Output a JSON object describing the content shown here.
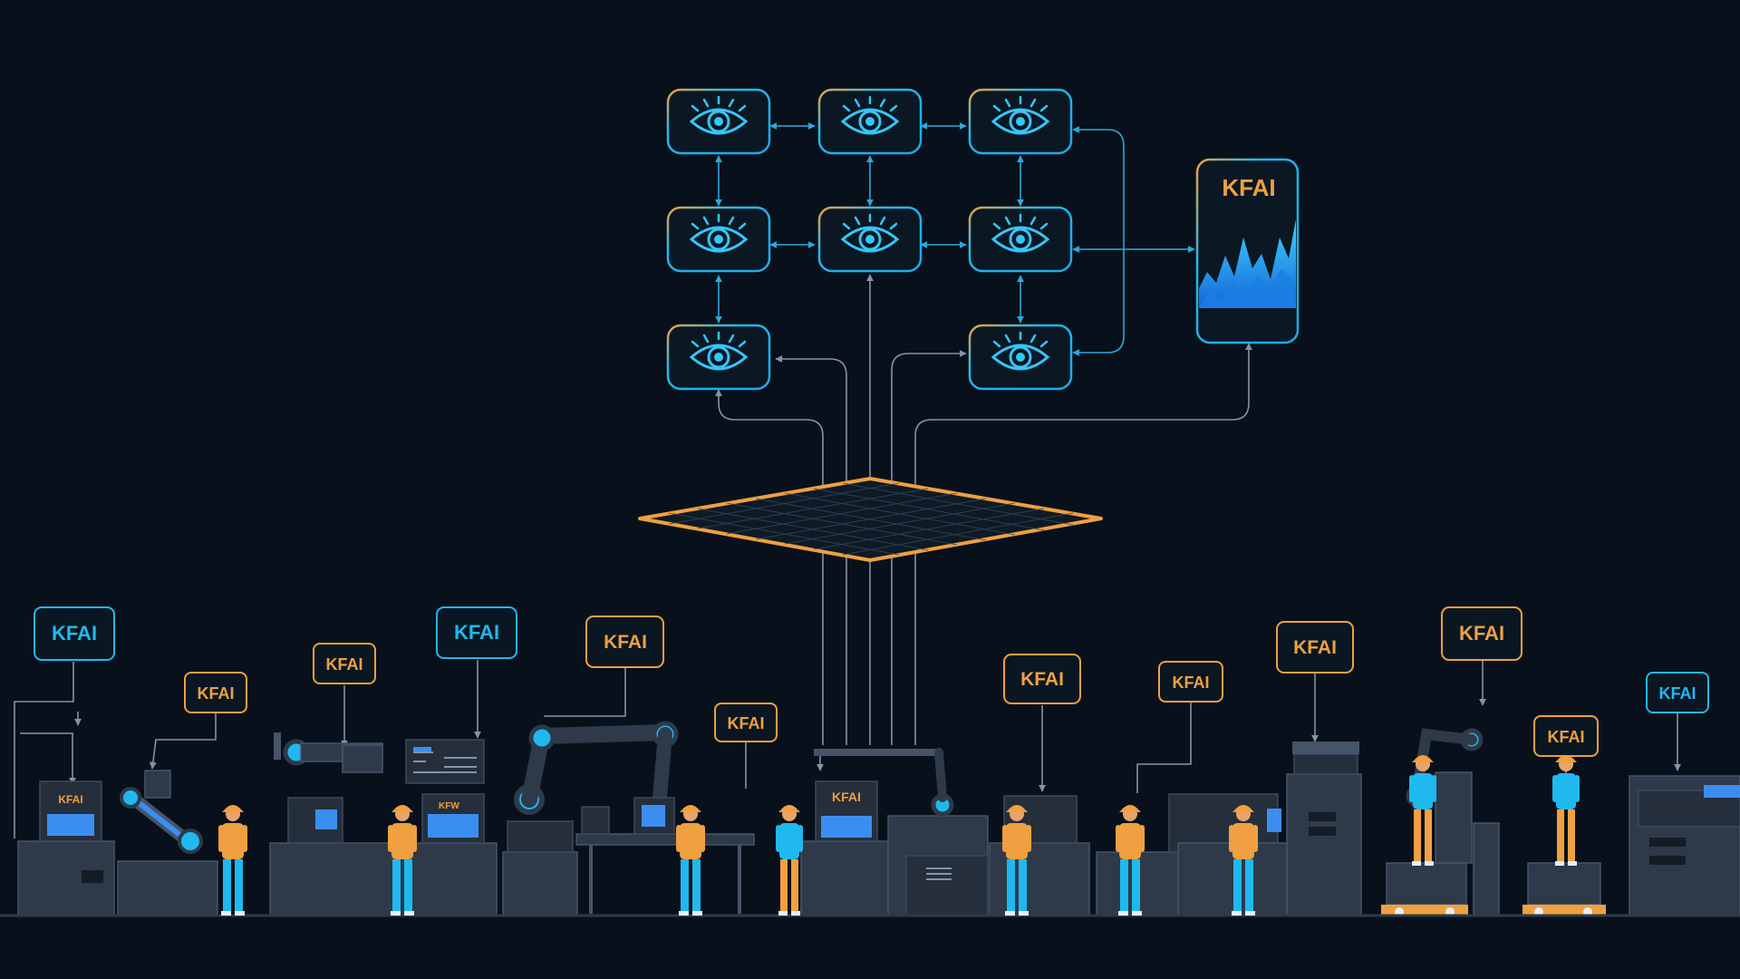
{
  "colors": {
    "background": "#08111b",
    "accent_cyan": "#1fb9f0",
    "accent_orange": "#f0a040",
    "machine_gray": "#2e3a49",
    "screen_blue": "#3b8ef0"
  },
  "dashboard": {
    "label": "KFAI"
  },
  "camera_nodes": [
    {
      "icon": "eye-icon"
    },
    {
      "icon": "eye-icon"
    },
    {
      "icon": "eye-icon"
    },
    {
      "icon": "eye-icon"
    },
    {
      "icon": "eye-icon"
    },
    {
      "icon": "eye-icon"
    },
    {
      "icon": "eye-icon"
    },
    {
      "icon": "eye-icon"
    }
  ],
  "floor_labels": [
    {
      "text": "KFAI",
      "color": "cyan"
    },
    {
      "text": "KFAI",
      "color": "orange"
    },
    {
      "text": "KFAI",
      "color": "orange"
    },
    {
      "text": "KFAI",
      "color": "cyan"
    },
    {
      "text": "KFAI",
      "color": "orange"
    },
    {
      "text": "KFAI",
      "color": "orange"
    },
    {
      "text": "KFAI",
      "color": "orange"
    },
    {
      "text": "KFAI",
      "color": "orange"
    },
    {
      "text": "KFAI",
      "color": "orange"
    },
    {
      "text": "KFAI",
      "color": "orange"
    },
    {
      "text": "KFAI",
      "color": "orange"
    },
    {
      "text": "KFAI",
      "color": "cyan"
    }
  ],
  "machine_screens": [
    {
      "text": "KFAI"
    },
    {
      "text": "KFW"
    },
    {
      "text": "KFAI"
    }
  ]
}
